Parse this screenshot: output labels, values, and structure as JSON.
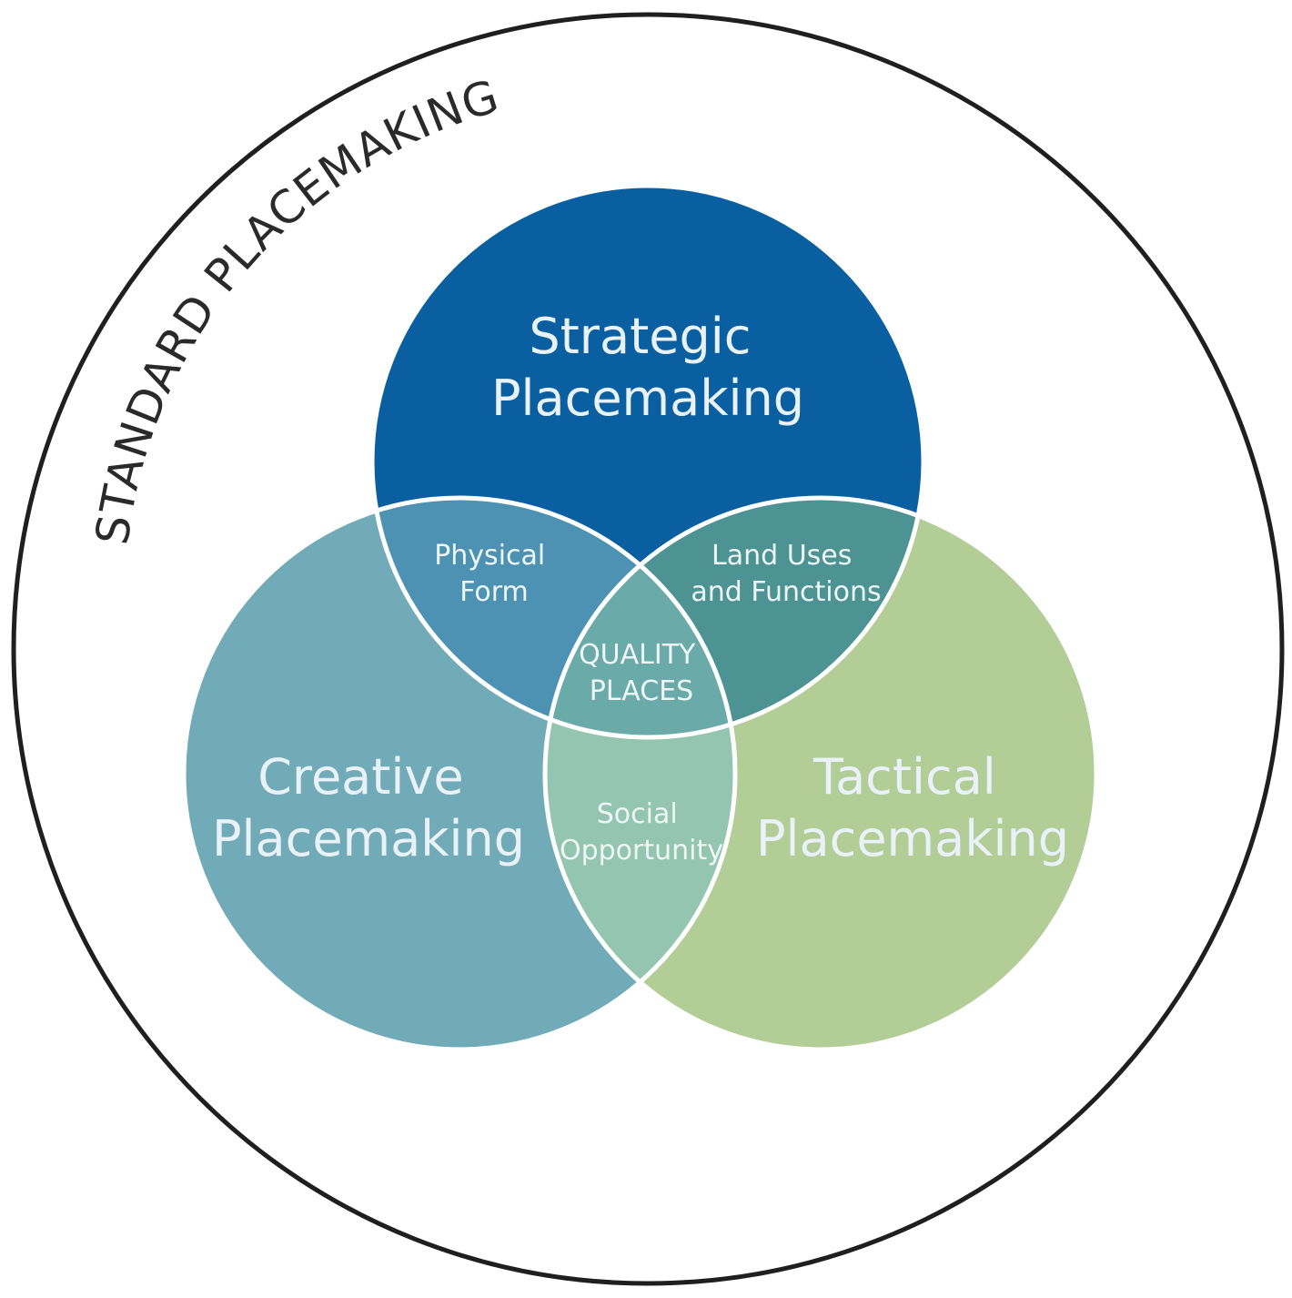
{
  "outer": {
    "label": "STANDARD PLACEMAKING"
  },
  "circles": {
    "strategic": {
      "line1": "Strategic",
      "line2": "Placemaking"
    },
    "creative": {
      "line1": "Creative",
      "line2": "Placemaking"
    },
    "tactical": {
      "line1": "Tactical",
      "line2": "Placemaking"
    }
  },
  "overlaps": {
    "physical_form": {
      "line1": "Physical",
      "line2": "Form"
    },
    "land_uses": {
      "line1": "Land Uses",
      "line2": "and Functions"
    },
    "social": {
      "line1": "Social",
      "line2": "Opportunity"
    },
    "center": {
      "line1": "QUALITY",
      "line2": "PLACES"
    }
  },
  "colors": {
    "strategic": "#0a5fa0",
    "creative": "#72abb8",
    "tactical": "#b2cd95",
    "physical_form": "#4d92b3",
    "land_uses": "#4d9394",
    "social": "#94c5b0",
    "center": "#6aabaa",
    "outer_ring": "#1f1f1f"
  }
}
